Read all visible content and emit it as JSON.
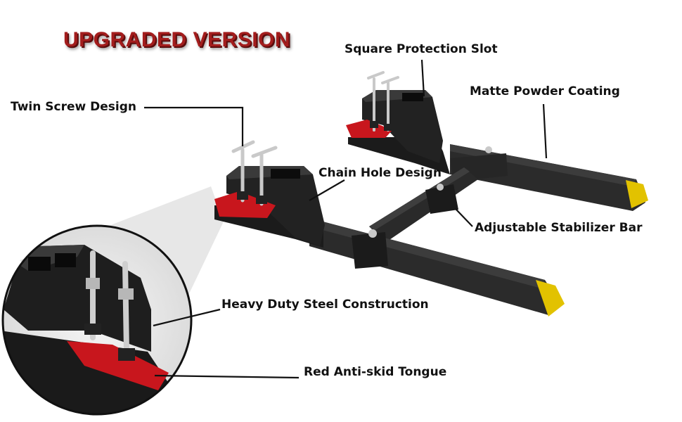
{
  "headline": "UPGRADED VERSION",
  "callouts": {
    "square_slot": "Square Protection Slot",
    "matte_coating": "Matte Powder Coating",
    "twin_screw": "Twin Screw Design",
    "chain_hole": "Chain Hole Design",
    "stabilizer_bar": "Adjustable Stabilizer Bar",
    "steel_construction": "Heavy Duty Steel Construction",
    "anti_skid": "Red Anti-skid Tongue"
  },
  "colors": {
    "headline": "#a31d1d",
    "steel": "#1e1e1e",
    "tongue": "#c8161d",
    "tip": "#e2c200",
    "bolt": "#c9c9c9"
  }
}
